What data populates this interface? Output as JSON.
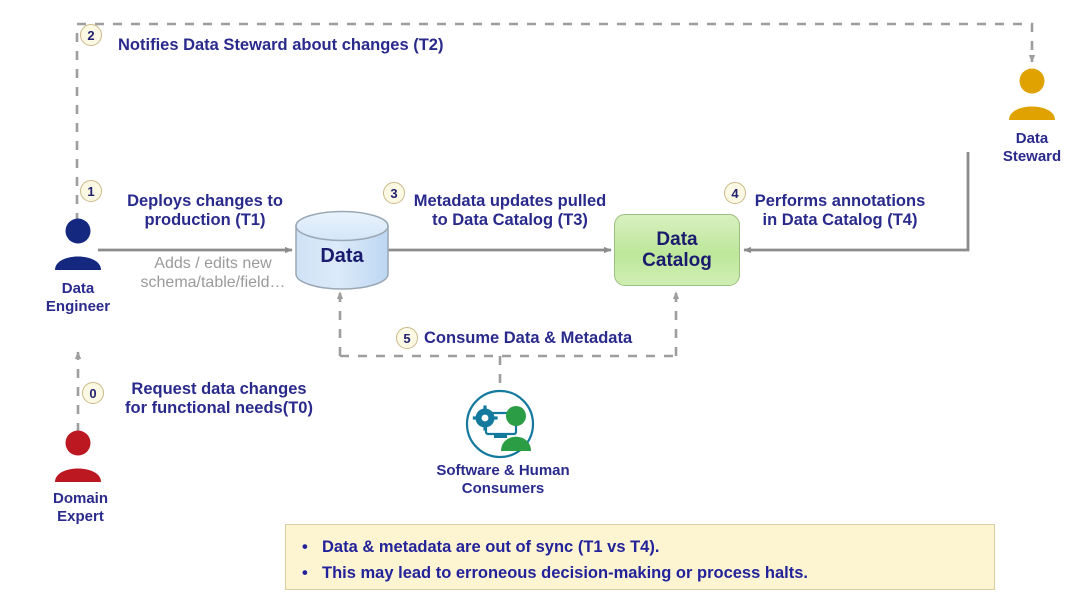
{
  "diagram": {
    "title_present": false,
    "colors": {
      "text_blue": "#2a2a8c",
      "arrow_gray": "#8c8c8c",
      "dashed_gray": "#9e9e9e",
      "data_engineer": "#13287e",
      "data_steward": "#e0a200",
      "domain_expert": "#bc1822",
      "consumer_green": "#2a9d45",
      "consumer_teal": "#137a9e",
      "catalog_green": "#bde79a",
      "data_cylinder_blue": "#cfe2f6",
      "badge_fill": "#fbf8e3",
      "badge_border": "#cbb98a",
      "note_fill": "#fdf4d2",
      "note_border": "#d9cfa3"
    },
    "actors": [
      {
        "id": "data-engineer",
        "label": "Data\nEngineer",
        "color": "#13287e"
      },
      {
        "id": "data-steward",
        "label": "Data\nSteward",
        "color": "#e0a200"
      },
      {
        "id": "domain-expert",
        "label": "Domain\nExpert",
        "color": "#bc1822"
      },
      {
        "id": "consumers",
        "label": "Software & Human\nConsumers",
        "color": "#2a9d45"
      }
    ],
    "nodes": [
      {
        "id": "data",
        "label": "Data",
        "shape": "cylinder"
      },
      {
        "id": "data-catalog",
        "label": "Data\nCatalog",
        "shape": "rounded-rect"
      }
    ],
    "steps": [
      {
        "number": "0",
        "label": "Request data changes\nfor functional needs(T0)",
        "style": "dashed"
      },
      {
        "number": "1",
        "label": "Deploys changes to\nproduction (T1)",
        "style": "solid"
      },
      {
        "number": "2",
        "label": "Notifies Data Steward about changes (T2)",
        "style": "dashed"
      },
      {
        "number": "3",
        "label": "Metadata updates pulled\nto Data Catalog (T3)",
        "style": "solid"
      },
      {
        "number": "4",
        "label": "Performs annotations\nin Data Catalog (T4)",
        "style": "solid"
      },
      {
        "number": "5",
        "label": "Consume Data & Metadata",
        "style": "dashed"
      }
    ],
    "annotations": [
      {
        "id": "schema-note",
        "label": "Adds / edits new\nschema/table/field…"
      }
    ],
    "note": {
      "bullets": [
        "Data & metadata are out of sync (T1 vs T4).",
        "This may lead to erroneous decision-making or process halts."
      ]
    }
  }
}
